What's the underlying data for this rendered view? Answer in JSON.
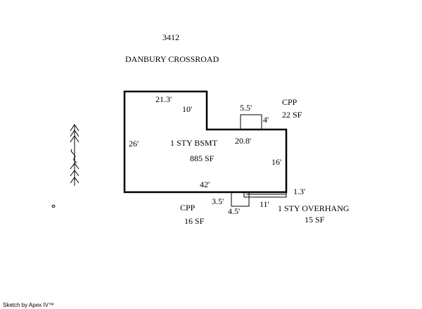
{
  "header": {
    "parcel_number": "3412",
    "street": "DANBURY CROSSROAD"
  },
  "main_area": {
    "name": "1 STY BSMT",
    "area": "885 SF"
  },
  "dimensions": {
    "top_left": "21.3'",
    "top_step": "10'",
    "left_side": "26'",
    "inner_right": "20.8'",
    "right_side": "16'",
    "bottom": "42'"
  },
  "porch_top": {
    "name": "CPP",
    "area": "22 SF",
    "width": "5.5'",
    "depth": "4'"
  },
  "porch_bottom": {
    "name": "CPP",
    "area": "16 SF",
    "width": "4.5'",
    "depth": "3.5'"
  },
  "overhang": {
    "name": "1 STY OVERHANG",
    "area": "15 SF",
    "length": "11'",
    "depth": "1.3'"
  },
  "footer": {
    "credit": "Sketch by Apex IV™"
  },
  "colors": {
    "ink": "#000000",
    "background": "#ffffff"
  }
}
